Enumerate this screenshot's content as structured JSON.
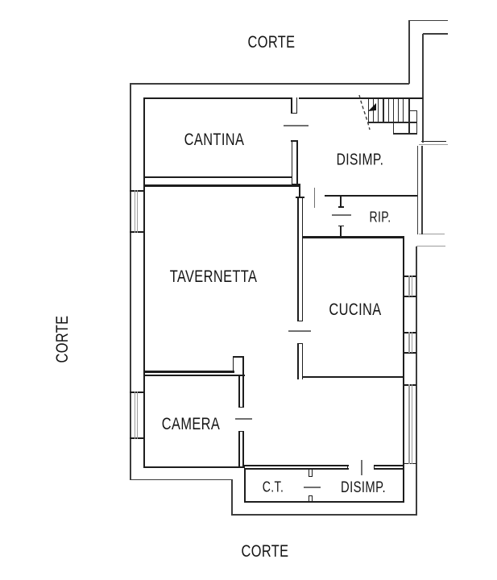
{
  "drawing": {
    "type": "floor-plan",
    "labels": {
      "corte_top": {
        "text": "CORTE"
      },
      "corte_left": {
        "text": "CORTE"
      },
      "corte_bottom": {
        "text": "CORTE"
      },
      "cantina": {
        "text": "CANTINA"
      },
      "disimp_top": {
        "text": "DISIMP."
      },
      "rip": {
        "text": "RIP."
      },
      "tavernetta": {
        "text": "TAVERNETTA"
      },
      "cucina": {
        "text": "CUCINA"
      },
      "camera": {
        "text": "CAMERA"
      },
      "ct": {
        "text": "C.T."
      },
      "disimp_bottom": {
        "text": "DISIMP."
      }
    },
    "colors": {
      "wall": "#1d1d1d",
      "thin_line": "#3d3d3d",
      "gray_line": "#9c9c9c",
      "door_leaf": "#707070",
      "text": "#151515",
      "background": "#ffffff"
    }
  }
}
